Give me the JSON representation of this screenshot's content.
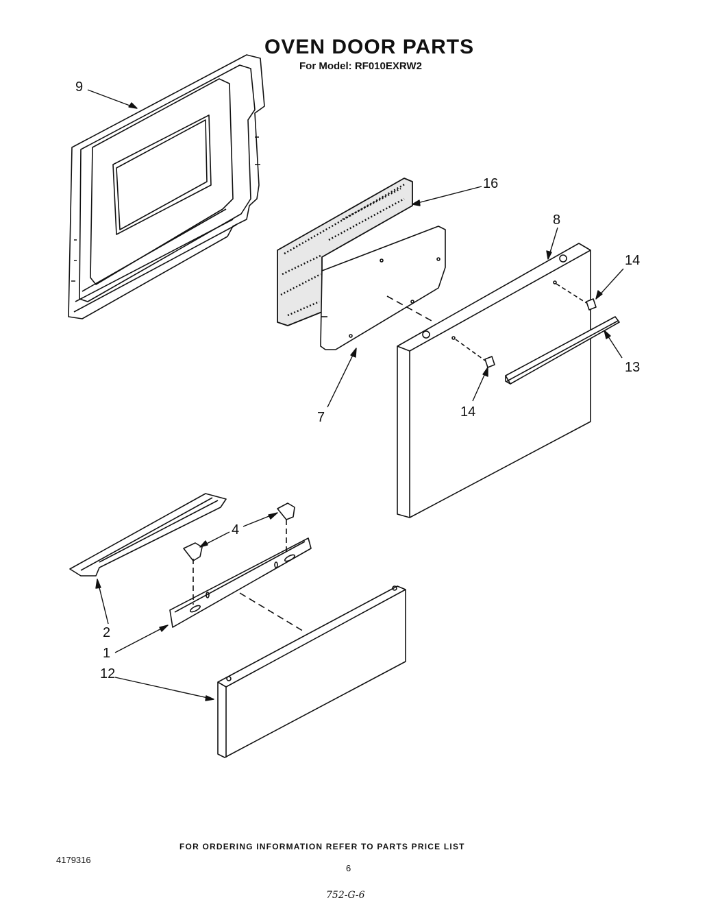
{
  "title": "OVEN DOOR PARTS",
  "subtitle": "For Model: RF010EXRW2",
  "footer": "FOR ORDERING INFORMATION REFER TO PARTS PRICE LIST",
  "document_number": "4179316",
  "page_number": "6",
  "handwritten_note": "752-G-6",
  "callouts": {
    "c9": "9",
    "c16": "16",
    "c8": "8",
    "c14a": "14",
    "c13": "13",
    "c14b": "14",
    "c7": "7",
    "c4": "4",
    "c2": "2",
    "c1": "1",
    "c12": "12"
  }
}
